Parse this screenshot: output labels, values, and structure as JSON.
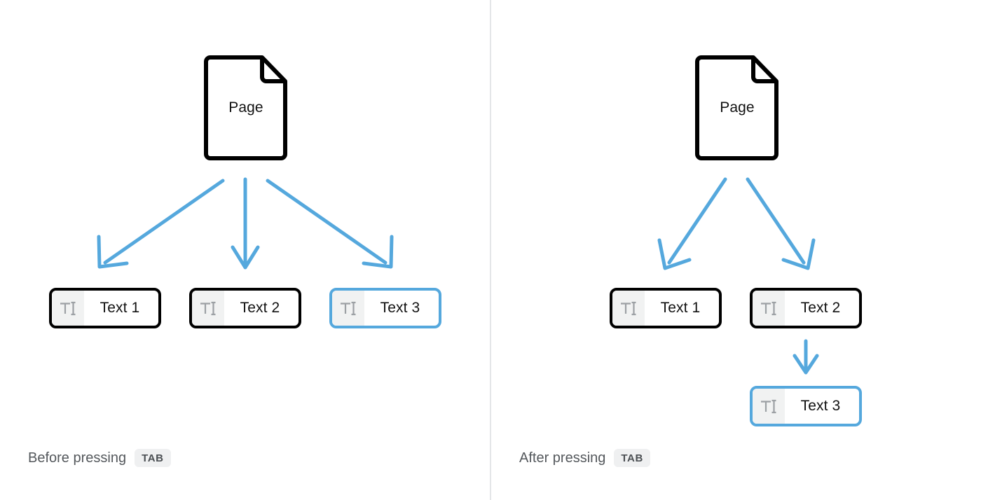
{
  "diagram": {
    "title_hidden": "",
    "accent_color": "#55a8dd",
    "outline_color": "#000000",
    "icon_cell_color": "#f1f2f2",
    "divider_color": "#e4e6e8"
  },
  "panels": [
    {
      "id": "before",
      "page": {
        "label": "Page",
        "icon": "page-document-icon"
      },
      "nodes": [
        {
          "label": "Text 1",
          "icon": "text-cursor-icon",
          "selected": false
        },
        {
          "label": "Text 2",
          "icon": "text-cursor-icon",
          "selected": false
        },
        {
          "label": "Text 3",
          "icon": "text-cursor-icon",
          "selected": true
        }
      ],
      "caption": {
        "text": "Before pressing",
        "key": "TAB"
      }
    },
    {
      "id": "after",
      "page": {
        "label": "Page",
        "icon": "page-document-icon"
      },
      "nodes": [
        {
          "label": "Text 1",
          "icon": "text-cursor-icon",
          "selected": false
        },
        {
          "label": "Text 2",
          "icon": "text-cursor-icon",
          "selected": false
        },
        {
          "label": "Text 3",
          "icon": "text-cursor-icon",
          "selected": true
        }
      ],
      "caption": {
        "text": "After pressing",
        "key": "TAB"
      }
    }
  ]
}
